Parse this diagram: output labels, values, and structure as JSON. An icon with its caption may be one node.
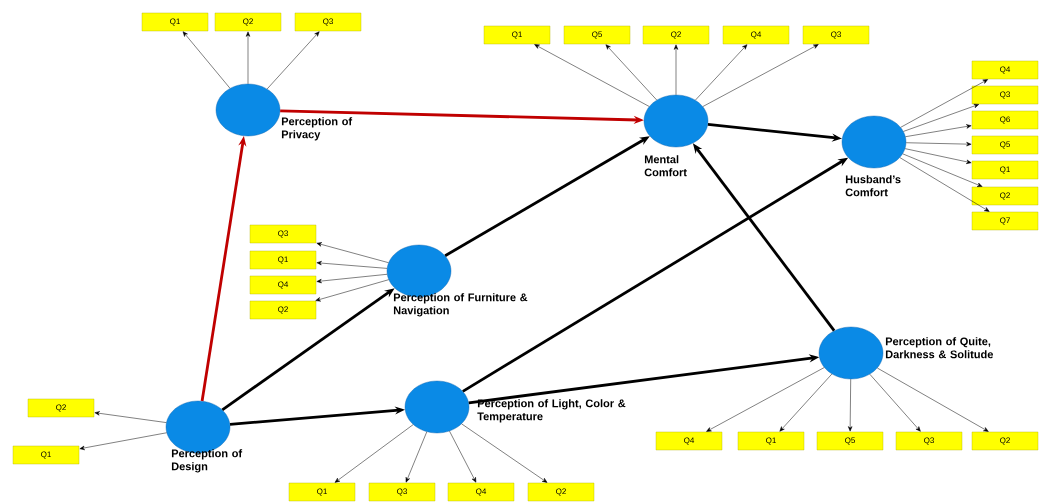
{
  "diagram": {
    "nodes": [
      {
        "text": [
          "Perception of Privacy"
        ]
      },
      {
        "text": [
          "Q1"
        ]
      },
      {
        "text": [
          "Q2"
        ]
      },
      {
        "text": [
          "Q3"
        ]
      },
      {
        "text": [
          "Mental Comfort"
        ]
      },
      {
        "text": [
          "Q1"
        ]
      },
      {
        "text": [
          "Q5"
        ]
      },
      {
        "text": [
          "Q2"
        ]
      },
      {
        "text": [
          "Q4"
        ]
      },
      {
        "text": [
          "Q3"
        ]
      },
      {
        "text": [
          "Husband’s Comfort"
        ]
      },
      {
        "text": [
          "Q4"
        ]
      },
      {
        "text": [
          "Q3"
        ]
      },
      {
        "text": [
          "Q6"
        ]
      },
      {
        "text": [
          "Q5"
        ]
      },
      {
        "text": [
          "Q1"
        ]
      },
      {
        "text": [
          "Q2"
        ]
      },
      {
        "text": [
          "Q7"
        ]
      },
      {
        "text": [
          "Perception of Furniture & Navigation"
        ]
      },
      {
        "text": [
          "Q3"
        ]
      },
      {
        "text": [
          "Q1"
        ]
      },
      {
        "text": [
          "Q4"
        ]
      },
      {
        "text": [
          "Q2"
        ]
      },
      {
        "text": [
          "Perception of Design"
        ]
      },
      {
        "text": [
          "Q2"
        ]
      },
      {
        "text": [
          "Q1"
        ]
      },
      {
        "text": [
          "Perception of Light, Color & Temperature"
        ]
      },
      {
        "text": [
          "Q1"
        ]
      },
      {
        "text": [
          "Q3"
        ]
      },
      {
        "text": [
          "Q4"
        ]
      },
      {
        "text": [
          "Q2"
        ]
      },
      {
        "text": [
          "Perception of Quite, Darkness & Solitude"
        ]
      },
      {
        "text": [
          "Q4"
        ]
      },
      {
        "text": [
          "Q1"
        ]
      },
      {
        "text": [
          "Q5"
        ]
      },
      {
        "text": [
          "Q3"
        ]
      },
      {
        "text": [
          "Q2"
        ]
      }
    ],
    "edges": [
      {
        "from": 23,
        "to": 0,
        "arrow": "to",
        "style": "thick",
        "color": "#c00000"
      },
      {
        "from": 0,
        "to": 4,
        "arrow": "to",
        "style": "thick",
        "color": "#c00000"
      },
      {
        "from": 23,
        "to": 18,
        "arrow": "to",
        "style": "thick"
      },
      {
        "from": 23,
        "to": 26,
        "arrow": "to",
        "style": "thick"
      },
      {
        "from": 18,
        "to": 4,
        "arrow": "to",
        "style": "thick"
      },
      {
        "from": 26,
        "to": 10,
        "arrow": "to",
        "style": "thick"
      },
      {
        "from": 26,
        "to": 31,
        "arrow": "to",
        "style": "thick"
      },
      {
        "from": 31,
        "to": 4,
        "arrow": "to",
        "style": "thick"
      },
      {
        "from": 4,
        "to": 10,
        "arrow": "to",
        "style": "thick"
      },
      {
        "from": 0,
        "to": 1,
        "arrow": "to"
      },
      {
        "from": 0,
        "to": 2,
        "arrow": "to"
      },
      {
        "from": 0,
        "to": 3,
        "arrow": "to"
      },
      {
        "from": 4,
        "to": 5,
        "arrow": "to"
      },
      {
        "from": 4,
        "to": 6,
        "arrow": "to"
      },
      {
        "from": 4,
        "to": 7,
        "arrow": "to"
      },
      {
        "from": 4,
        "to": 8,
        "arrow": "to"
      },
      {
        "from": 4,
        "to": 9,
        "arrow": "to"
      },
      {
        "from": 10,
        "to": 11,
        "arrow": "to"
      },
      {
        "from": 10,
        "to": 12,
        "arrow": "to"
      },
      {
        "from": 10,
        "to": 13,
        "arrow": "to"
      },
      {
        "from": 10,
        "to": 14,
        "arrow": "to"
      },
      {
        "from": 10,
        "to": 15,
        "arrow": "to"
      },
      {
        "from": 10,
        "to": 16,
        "arrow": "to"
      },
      {
        "from": 10,
        "to": 17,
        "arrow": "to"
      },
      {
        "from": 18,
        "to": 19,
        "arrow": "to"
      },
      {
        "from": 18,
        "to": 20,
        "arrow": "to"
      },
      {
        "from": 18,
        "to": 21,
        "arrow": "to"
      },
      {
        "from": 18,
        "to": 22,
        "arrow": "to"
      },
      {
        "from": 23,
        "to": 24,
        "arrow": "to"
      },
      {
        "from": 23,
        "to": 25,
        "arrow": "to"
      },
      {
        "from": 26,
        "to": 27,
        "arrow": "to"
      },
      {
        "from": 26,
        "to": 28,
        "arrow": "to"
      },
      {
        "from": 26,
        "to": 29,
        "arrow": "to"
      },
      {
        "from": 26,
        "to": 30,
        "arrow": "to"
      },
      {
        "from": 31,
        "to": 32,
        "arrow": "to"
      },
      {
        "from": 31,
        "to": 33,
        "arrow": "to"
      },
      {
        "from": 31,
        "to": 34,
        "arrow": "to"
      },
      {
        "from": 31,
        "to": 35,
        "arrow": "to"
      },
      {
        "from": 31,
        "to": 36,
        "arrow": "to"
      }
    ]
  }
}
